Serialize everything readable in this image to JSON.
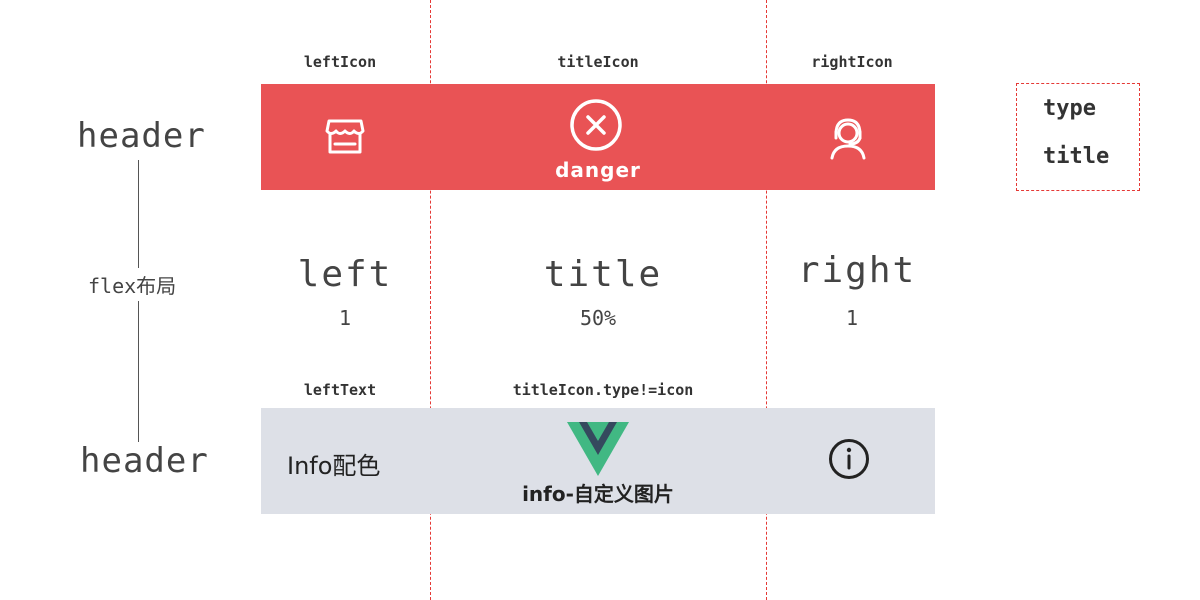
{
  "side": {
    "header_top": "header",
    "flex": "flex布局",
    "header_bottom": "header"
  },
  "captions": {
    "left_icon": "leftIcon",
    "title_icon": "titleIcon",
    "right_icon": "rightIcon",
    "left_text": "leftText",
    "title_icon_type": "titleIcon.type!=icon"
  },
  "danger_bar": {
    "title": "danger",
    "color": "#e95355",
    "left_icon": "shop-icon",
    "title_icon": "close-circle-icon",
    "right_icon": "customer-service-icon"
  },
  "flex_row": {
    "left": "left",
    "left_value": "1",
    "title": "title",
    "title_value": "50%",
    "right": "right",
    "right_value": "1"
  },
  "info_bar": {
    "left_text": "Info配色",
    "title": "info-自定义图片",
    "color": "#dde0e7",
    "title_image": "vue-logo",
    "right_icon": "info-circle-icon"
  },
  "legend_box": {
    "type": "type",
    "title": "title"
  }
}
